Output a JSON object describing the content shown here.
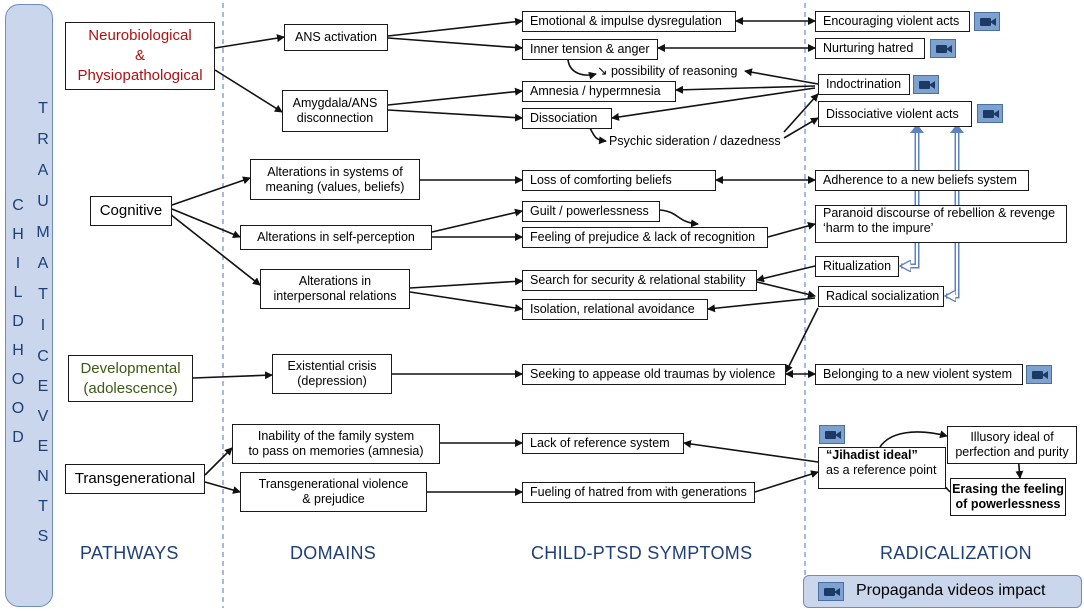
{
  "sidebar": {
    "col1": "CHILDHOOD",
    "col2": "TRAUMATIC",
    "col3": "EVENTS"
  },
  "columns": {
    "pathways": "PATHWAYS",
    "domains": "DOMAINS",
    "symptoms": "CHILD-PTSD SYMPTOMS",
    "radicalization": "RADICALIZATION"
  },
  "pathways": {
    "neuro_line1": "Neurobiological",
    "neuro_line2": "&",
    "neuro_line3": "Physiopathological",
    "cognitive": "Cognitive",
    "dev_line1": "Developmental",
    "dev_line2": "(adolescence)",
    "transgen": "Transgenerational"
  },
  "domains": {
    "ans_activation": "ANS activation",
    "amygdala_line1": "Amygdala/ANS",
    "amygdala_line2": "disconnection",
    "meaning_line1": "Alterations in systems of",
    "meaning_line2": "meaning (values, beliefs)",
    "self_perception": "Alterations in self-perception",
    "interpersonal_line1": "Alterations in",
    "interpersonal_line2": "interpersonal relations",
    "existential_line1": "Existential crisis",
    "existential_line2": "(depression)",
    "family_line1": "Inability of the family system",
    "family_line2": "to pass on memories (amnesia)",
    "transgen_violence_line1": "Transgenerational violence",
    "transgen_violence_line2": "& prejudice"
  },
  "symptoms": {
    "emotional": "Emotional & impulse dysregulation",
    "inner_tension": "Inner tension & anger",
    "possibility": "↘ possibility of reasoning",
    "amnesia": "Amnesia / hypermnesia",
    "dissociation": "Dissociation",
    "siderations": "Psychic sideration / dazedness",
    "loss_beliefs": "Loss of comforting beliefs",
    "guilt": "Guilt / powerlessness",
    "prejudice": "Feeling of prejudice & lack of recognition",
    "security": "Search for security & relational stability",
    "isolation": "Isolation, relational avoidance",
    "appease": "Seeking to appease old traumas by violence",
    "lack_reference": "Lack of reference system",
    "fueling": "Fueling of hatred from with generations"
  },
  "radicalization": {
    "encouraging": "Encouraging violent acts",
    "nurturing": "Nurturing hatred",
    "indoctrination": "Indoctrination",
    "dissociative_acts": "Dissociative violent acts",
    "adherence": "Adherence to a new beliefs system",
    "paranoid_line1": "Paranoid discourse of rebellion & revenge",
    "paranoid_line2": "‘harm to the impure’",
    "ritualization": "Ritualization",
    "radical_socialization": "Radical socialization",
    "belonging": "Belonging to a new violent system",
    "jihadist_line1": "“Jihadist ideal”",
    "jihadist_line2": "as a reference point",
    "illusory_line1": "Illusory ideal of",
    "illusory_line2": "perfection and purity",
    "erasing_line1": "Erasing the feeling",
    "erasing_line2": "of powerlessness"
  },
  "legend": {
    "label": "Propaganda videos impact",
    "icon": "video-camera-icon"
  },
  "colors": {
    "sidebar_fill": "#c9d6ec",
    "heading": "#1f3f78",
    "neuro": "#b01010",
    "developmental": "#3c5a14",
    "camera": "#7ea2cf"
  }
}
